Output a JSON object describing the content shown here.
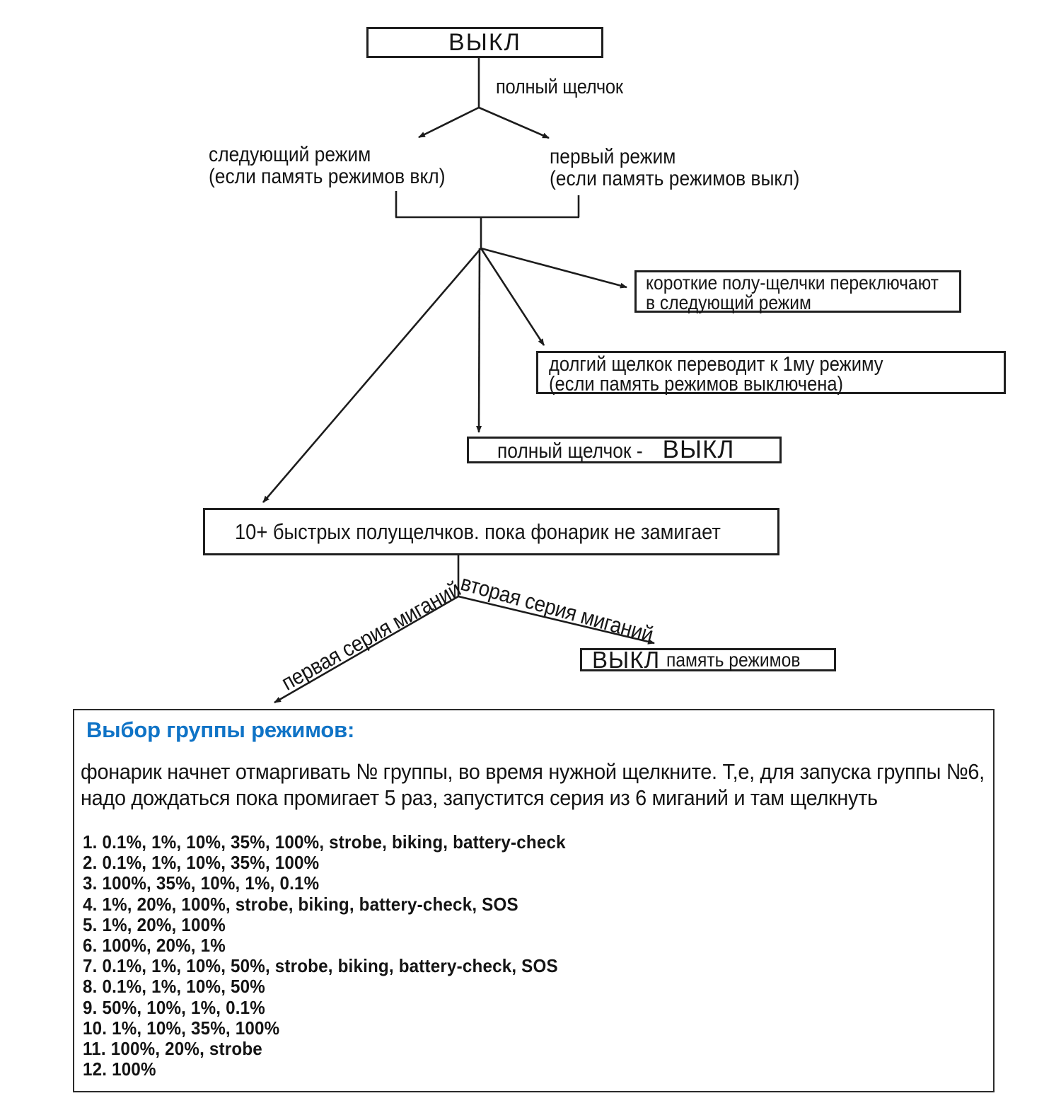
{
  "colors": {
    "accent_blue": "#0f73c6",
    "line": "#1c1c1c"
  },
  "flowchart": {
    "off_box_label": "ВЫКЛ",
    "full_click_label": "полный щелчок",
    "next_mode_line1": "следующий режим",
    "next_mode_line2": "(если память режимов вкл)",
    "first_mode_line1": "первый режим",
    "first_mode_line2": "(если память режимов выкл)",
    "short_halfclicks_line1": "короткие полу-щелчки переключают",
    "short_halfclicks_line2": "в следующий режим",
    "long_click_line1": "долгий щелкок переводит к 1му режиму",
    "long_click_line2": "(если память режимов выключена)",
    "full_click_off_prefix": "полный щелчок - ",
    "full_click_off_big": "ВЫКЛ",
    "ten_halfclicks_label": "10+ быстрых полущелчков. пока фонарик не замигает",
    "first_blink_series_label": "первая серия миганий",
    "second_blink_series_label": "вторая серия миганий",
    "off_memory_big": "ВЫКЛ",
    "off_memory_rest": "память режимов"
  },
  "group_selection": {
    "title": "Выбор группы режимов:",
    "description_line1": "фонарик начнет отмаргивать № группы, во время нужной щелкните. Т,е, для запуска группы №6,",
    "description_line2": "надо дождаться пока промигает 5 раз, запустится серия из 6 миганий и там щелкнуть",
    "groups": [
      "1. 0.1%, 1%, 10%, 35%, 100%, strobe, biking, battery-check",
      "2. 0.1%, 1%, 10%, 35%, 100%",
      "3. 100%, 35%, 10%, 1%, 0.1%",
      "4. 1%, 20%, 100%, strobe, biking, battery-check, SOS",
      "5. 1%, 20%, 100%",
      "6. 100%, 20%, 1%",
      "7. 0.1%, 1%, 10%, 50%, strobe, biking, battery-check, SOS",
      "8. 0.1%, 1%, 10%, 50%",
      "9. 50%, 10%, 1%, 0.1%",
      "10. 1%, 10%, 35%, 100%",
      "11. 100%, 20%, strobe",
      "12. 100%"
    ]
  }
}
